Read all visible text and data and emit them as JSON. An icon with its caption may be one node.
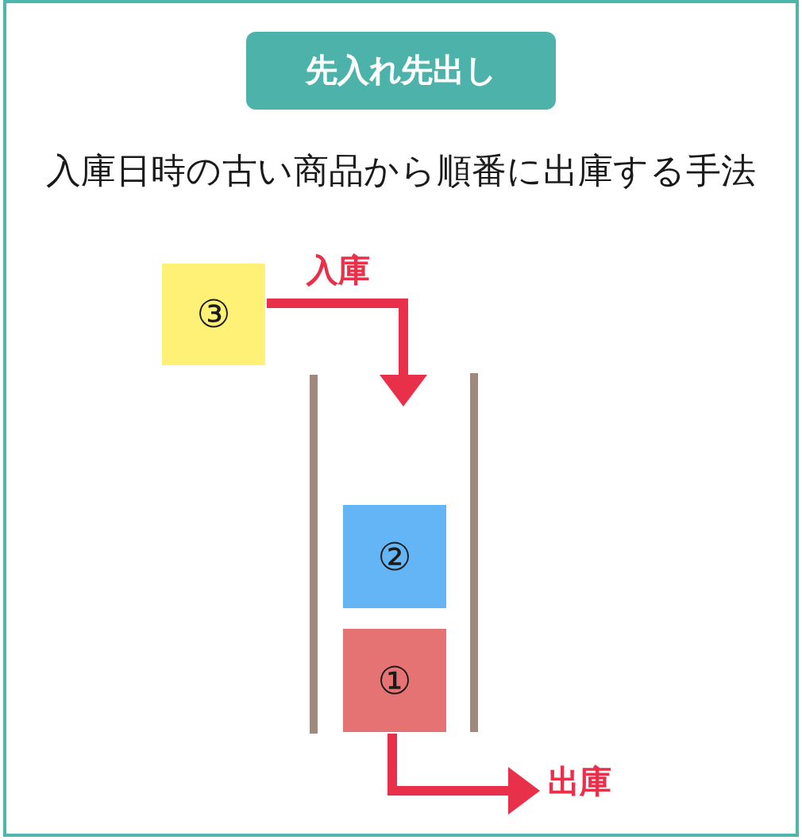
{
  "diagram": {
    "title": "先入れ先出し",
    "nodes": [
      {
        "text": [
          "③"
        ]
      },
      {
        "text": [
          "②"
        ]
      },
      {
        "text": [
          "①"
        ]
      }
    ],
    "edges": [
      {
        "from": 0,
        "to": null,
        "arrow": "to",
        "label": "入庫"
      },
      {
        "from": 2,
        "to": null,
        "arrow": "to",
        "label": "出庫"
      }
    ],
    "labels": [
      "入庫日時の古い商品から順番に出庫する手法"
    ]
  }
}
